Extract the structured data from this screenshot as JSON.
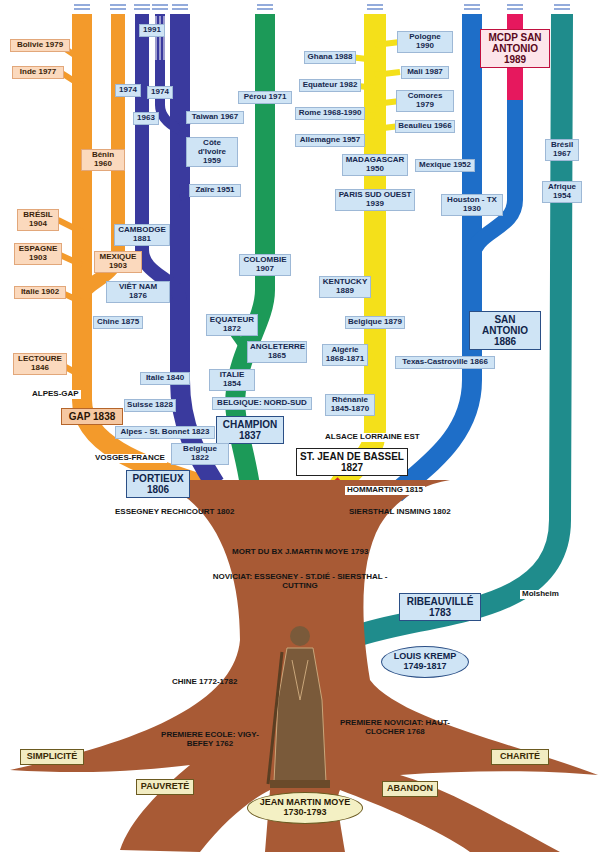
{
  "diagram": {
    "nodes": [
      {
        "text": [
          "Bolivie 1979"
        ]
      },
      {
        "text": [
          "Inde 1977"
        ]
      },
      {
        "text": [
          "1991"
        ]
      },
      {
        "text": [
          "1974"
        ]
      },
      {
        "text": [
          "1974"
        ]
      },
      {
        "text": [
          "MCDP SAN ANTONIO 1989"
        ]
      },
      {
        "text": [
          "Pologne 1990"
        ]
      },
      {
        "text": [
          "Ghana 1988"
        ]
      },
      {
        "text": [
          "Mali 1987"
        ]
      },
      {
        "text": [
          "Equateur 1982"
        ]
      },
      {
        "text": [
          "1963"
        ]
      },
      {
        "text": [
          "Taiwan 1967"
        ]
      },
      {
        "text": [
          "Pérou 1971"
        ]
      },
      {
        "text": [
          "Comores 1979"
        ]
      },
      {
        "text": [
          "Rome 1968-1990"
        ]
      },
      {
        "text": [
          "Beaulieu 1966"
        ]
      },
      {
        "text": [
          "Allemagne 1957"
        ]
      },
      {
        "text": [
          "Côte d'Ivoire 1959"
        ]
      },
      {
        "text": [
          "Brésil 1967"
        ]
      },
      {
        "text": [
          "Bénin 1960"
        ]
      },
      {
        "text": [
          "MADAGASCAR 1950"
        ]
      },
      {
        "text": [
          "Mexique 1952"
        ]
      },
      {
        "text": [
          "Zaïre 1951"
        ]
      },
      {
        "text": [
          "Afrique 1954"
        ]
      },
      {
        "text": [
          "PARIS SUD OUEST 1939"
        ]
      },
      {
        "text": [
          "Houston - TX 1930"
        ]
      },
      {
        "text": [
          "BRÉSIL 1904"
        ]
      },
      {
        "text": [
          "CAMBODGE 1881"
        ]
      },
      {
        "text": [
          "ESPAGNE 1903"
        ]
      },
      {
        "text": [
          "MEXIQUE 1903"
        ]
      },
      {
        "text": [
          "COLOMBIE 1907"
        ]
      },
      {
        "text": [
          "KENTUCKY 1889"
        ]
      },
      {
        "text": [
          "Italie 1902"
        ]
      },
      {
        "text": [
          "VIÊT NAM 1876"
        ]
      },
      {
        "text": [
          "Chine 1875"
        ]
      },
      {
        "text": [
          "Belgique 1879"
        ]
      },
      {
        "text": [
          "EQUATEUR 1872"
        ]
      },
      {
        "text": [
          "SAN ANTONIO 1886"
        ]
      },
      {
        "text": [
          "ANGLETERRE 1865"
        ]
      },
      {
        "text": [
          "Algérie 1868-1871"
        ]
      },
      {
        "text": [
          "Texas-Castroville 1866"
        ]
      },
      {
        "text": [
          "LECTOURE 1846"
        ]
      },
      {
        "text": [
          "Italie 1840"
        ]
      },
      {
        "text": [
          "ITALIE 1854"
        ]
      },
      {
        "text": [
          "Rhénanie 1845-1870"
        ]
      },
      {
        "text": [
          "Suisse 1828"
        ]
      },
      {
        "text": [
          "BELGIQUE: NORD-SUD"
        ]
      },
      {
        "text": [
          "GAP 1838"
        ]
      },
      {
        "text": [
          "CHAMPION 1837"
        ]
      },
      {
        "text": [
          "Alpes - St. Bonnet 1823"
        ]
      },
      {
        "text": [
          "Belgique 1822"
        ]
      },
      {
        "text": [
          "ST. JEAN DE BASSEL 1827"
        ]
      },
      {
        "text": [
          "PORTIEUX 1806"
        ]
      },
      {
        "text": [
          "RIBEAUVILLÉ 1783"
        ]
      },
      {
        "text": [
          "LOUIS KREMP 1749-1817"
        ]
      },
      {
        "text": [
          "SIMPLICITÉ"
        ]
      },
      {
        "text": [
          "CHARITÉ"
        ]
      },
      {
        "text": [
          "PAUVRETÉ"
        ]
      },
      {
        "text": [
          "ABANDON"
        ]
      },
      {
        "text": [
          "JEAN MARTIN MOYE 1730-1793"
        ]
      }
    ],
    "labels": [
      "ALPES-GAP",
      "VOSGES-FRANCE",
      "ALSACE LORRAINE EST",
      "HOMMARTING 1815",
      "ESSEGNEY RECHICOURT 1802",
      "SIERSTHAL INSMING 1802",
      "MORT DU BX J.MARTIN MOYE 1793",
      "NOVICIAT: ESSEGNEY - ST.DIÉ - SIERSTHAL - CUTTING",
      "Molsheim",
      "CHINE 1772-1782",
      "PREMIERE ECOLE: VIGY-BEFEY 1762",
      "PREMIERE NOVICIAT: HAUT-CLOCHER 1768"
    ]
  }
}
